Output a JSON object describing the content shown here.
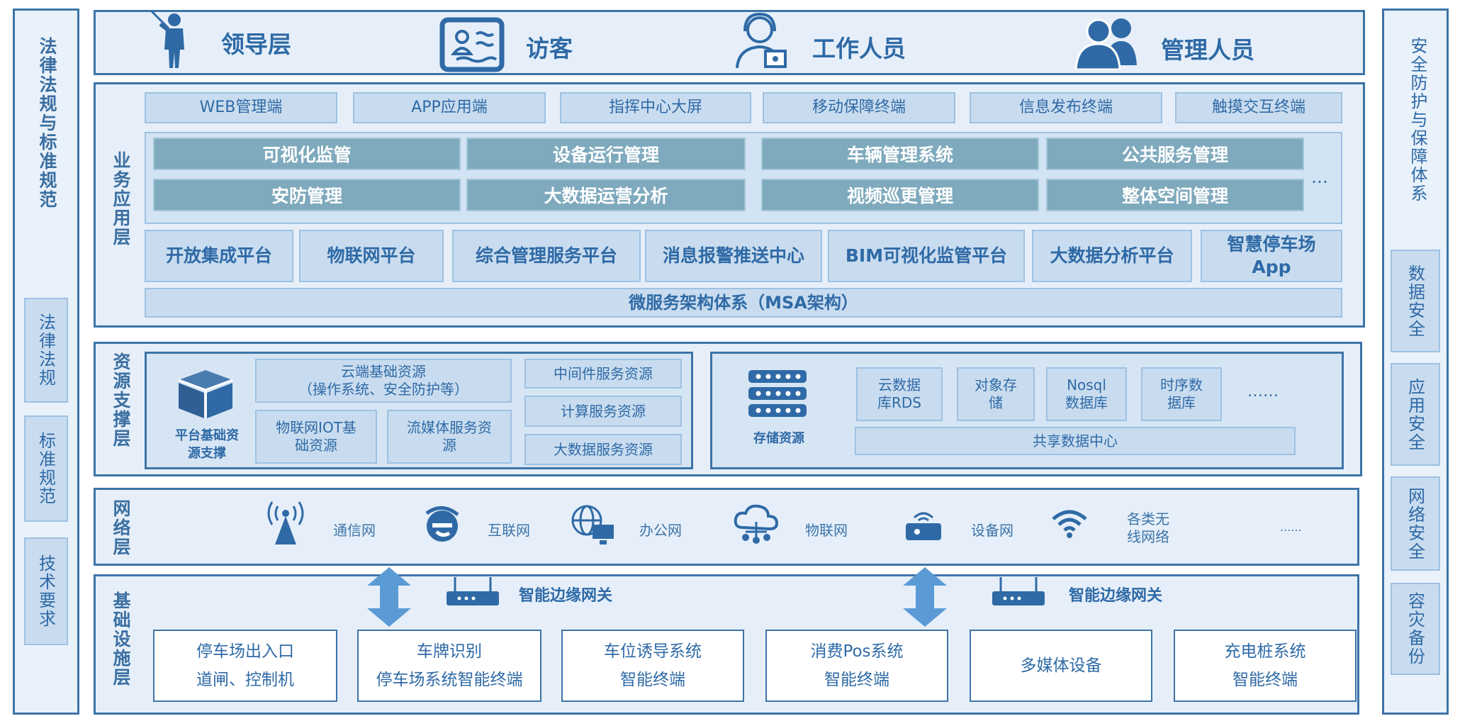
{
  "colors": {
    "frame": "#3d74a8",
    "fill_light": "#e6eff9",
    "box": "#c9dcef",
    "box_dark": "#7faabd",
    "icon": "#2f6aa6",
    "arrow": "#5b9bd5"
  },
  "left_panel": {
    "title": "法律法规与标准规范",
    "items": [
      "法律法规",
      "标准规范",
      "技术要求"
    ]
  },
  "right_panel": {
    "title": "安全防护与保障体系",
    "items": [
      "数据安全",
      "应用安全",
      "网络安全",
      "容灾备份"
    ]
  },
  "roles": [
    {
      "label": "领导层",
      "icon": "presenter-icon"
    },
    {
      "label": "访客",
      "icon": "id-card-icon"
    },
    {
      "label": "工作人员",
      "icon": "headset-agent-icon"
    },
    {
      "label": "管理人员",
      "icon": "users-icon"
    }
  ],
  "business_layer": {
    "label": "业务应用层",
    "terminals": [
      "WEB管理端",
      "APP应用端",
      "指挥中心大屏",
      "移动保障终端",
      "信息发布终端",
      "触摸交互终端"
    ],
    "apps_row1": [
      "可视化监管",
      "设备运行管理",
      "车辆管理系统",
      "公共服务管理"
    ],
    "apps_row2": [
      "安防管理",
      "大数据运营分析",
      "视频巡更管理",
      "整体空间管理"
    ],
    "apps_more": "…",
    "platforms": [
      "开放集成平台",
      "物联网平台",
      "综合管理服务平台",
      "消息报警推送中心",
      "BIM可视化监管平台",
      "大数据分析平台",
      "智慧停车场\nApp"
    ],
    "microservice": "微服务架构体系（MSA架构）"
  },
  "resource_layer": {
    "label": "资源支撑层",
    "base": {
      "caption": "平台基础资\n源支撑",
      "cloud": "云端基础资源\n（操作系统、安全防护等）",
      "iot": "物联网IOT基\n础资源",
      "stream": "流媒体服务资\n源",
      "services": [
        "中间件服务资源",
        "计算服务资源",
        "大数据服务资源"
      ]
    },
    "storage": {
      "caption": "存储资源",
      "items": [
        "云数据\n库RDS",
        "对象存\n储",
        "Nosql\n数据库",
        "时序数\n据库"
      ],
      "more": "……",
      "shared": "共享数据中心"
    }
  },
  "network_layer": {
    "label": "网络层",
    "items": [
      {
        "label": "通信网",
        "icon": "radio-tower-icon"
      },
      {
        "label": "互联网",
        "icon": "ie-browser-icon"
      },
      {
        "label": "办公网",
        "icon": "globe-computer-icon"
      },
      {
        "label": "物联网",
        "icon": "cloud-network-icon"
      },
      {
        "label": "设备网",
        "icon": "router-device-icon"
      },
      {
        "label": "各类无\n线网络",
        "icon": "wifi-icon"
      }
    ],
    "more": "......"
  },
  "infrastructure_layer": {
    "label": "基础设施层",
    "gateway": "智能边缘网关",
    "devices": [
      {
        "line1": "停车场出入口",
        "line2": "道闸、控制机"
      },
      {
        "line1": "车牌识别",
        "line2": "停车场系统智能终端"
      },
      {
        "line1": "车位诱导系统",
        "line2": "智能终端"
      },
      {
        "line1": "消费Pos系统",
        "line2": "智能终端"
      },
      {
        "line1": "多媒体设备",
        "line2": ""
      },
      {
        "line1": "充电桩系统",
        "line2": "智能终端"
      }
    ]
  }
}
